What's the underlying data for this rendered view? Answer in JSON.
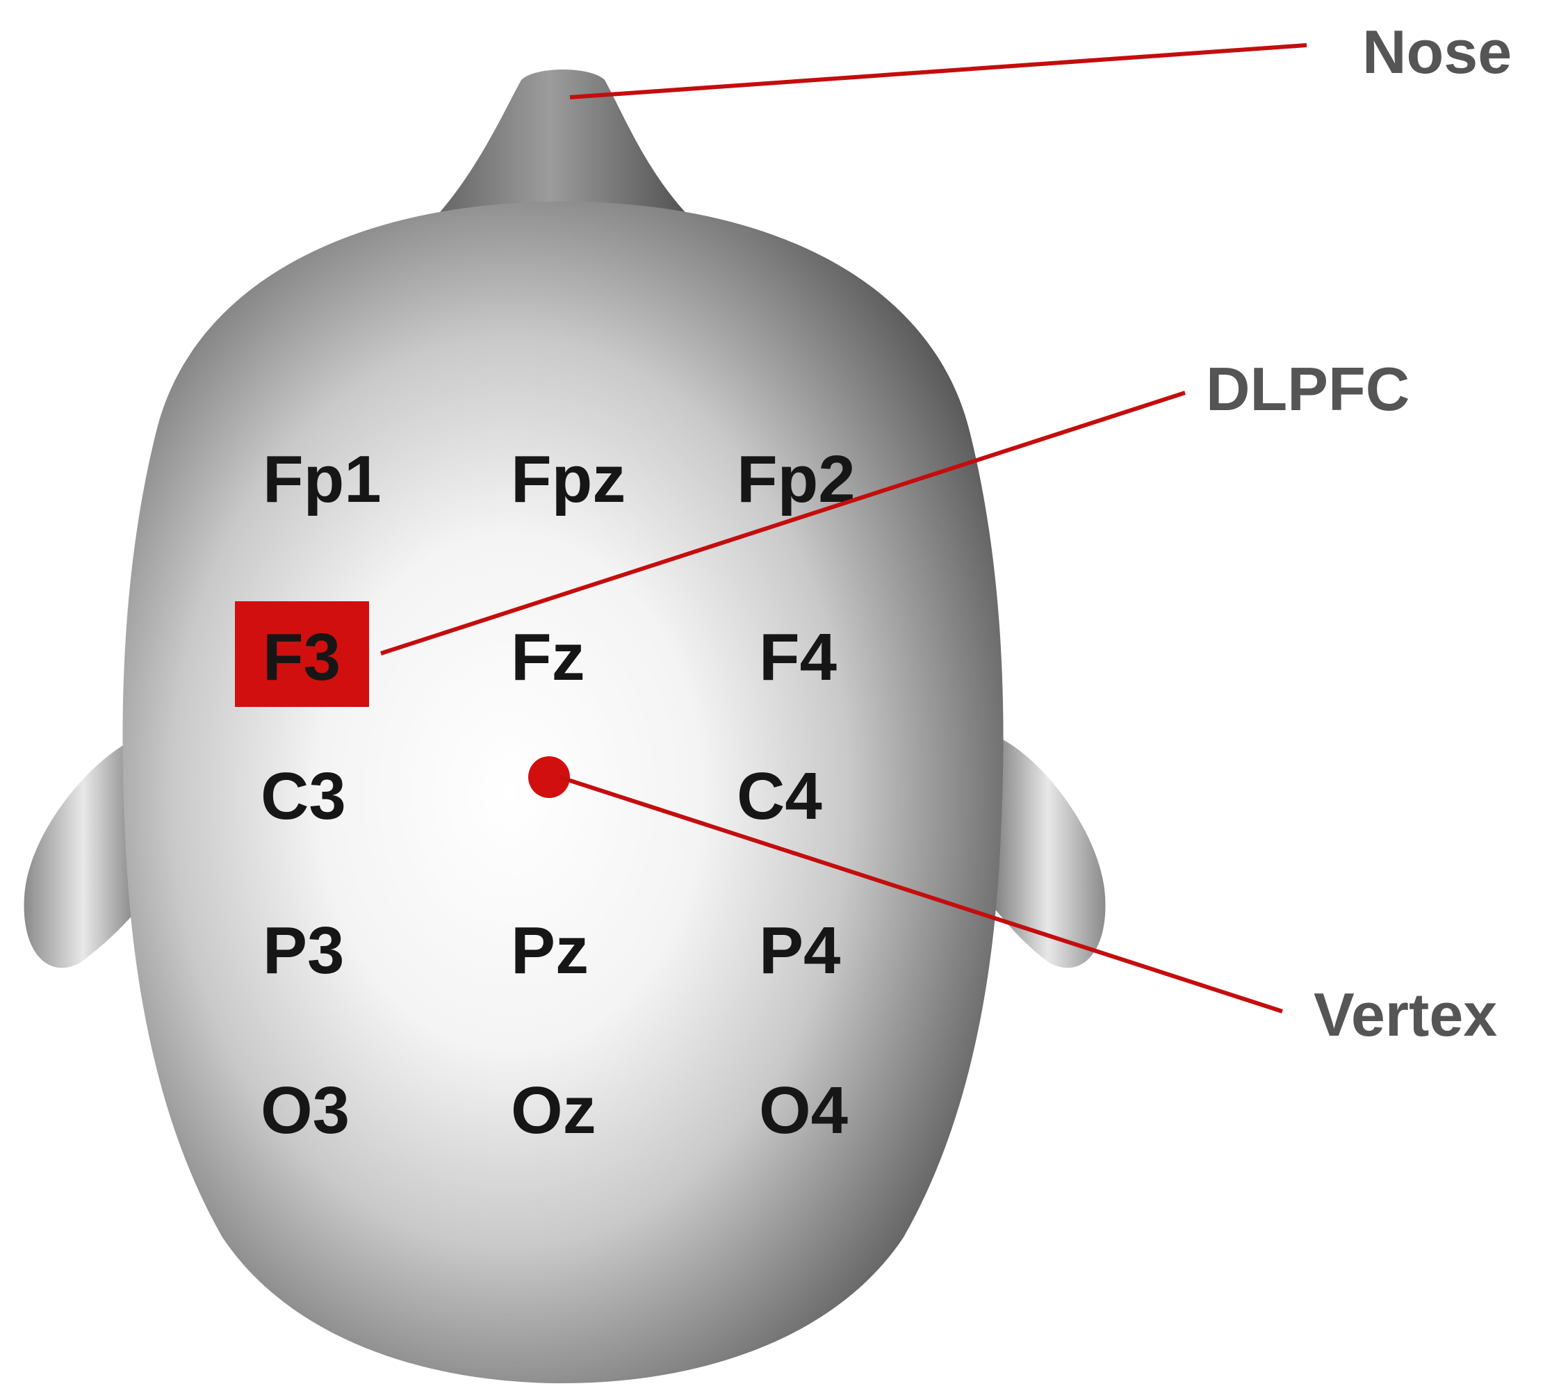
{
  "colors": {
    "accent": "#d10f0f",
    "label": "#161616",
    "callout": "#555555"
  },
  "electrodes": {
    "fp1": "Fp1",
    "fpz": "Fpz",
    "fp2": "Fp2",
    "f3": "F3",
    "fz": "Fz",
    "f4": "F4",
    "c3": "C3",
    "c4": "C4",
    "p3": "P3",
    "pz": "Pz",
    "p4": "P4",
    "o3": "O3",
    "oz": "Oz",
    "o4": "O4"
  },
  "callouts": {
    "nose": "Nose",
    "dlpfc": "DLPFC",
    "vertex": "Vertex"
  }
}
